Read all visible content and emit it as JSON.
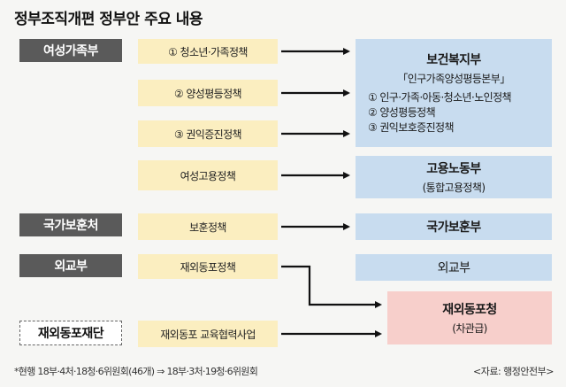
{
  "title": "정부조직개편 정부안 주요 내용",
  "sources": {
    "yeoseong": "여성가족부",
    "bohun": "국가보훈처",
    "oegyo": "외교부",
    "jaeoe_foundation": "재외동포재단"
  },
  "functions": {
    "f1": "① 청소년·가족정책",
    "f2": "② 양성평등정책",
    "f3": "③ 권익증진정책",
    "f4": "여성고용정책",
    "f5": "보훈정책",
    "f6": "재외동포정책",
    "f7": "재외동포 교육협력사업"
  },
  "targets": {
    "bokji": {
      "name": "보건복지부",
      "sub": "「인구가족양성평등본부」",
      "items": [
        "① 인구·가족·아동·청소년·노인정책",
        "② 양성평등정책",
        "③ 권익보호증진정책"
      ]
    },
    "nodong": {
      "name": "고용노동부",
      "sub": "(통합고용정책)"
    },
    "bohunbu": {
      "name": "국가보훈부"
    },
    "oegyobu": {
      "name": "외교부"
    },
    "dongpo": {
      "name": "재외동포청",
      "sub": "(차관급)"
    }
  },
  "footnote": "*현행 18부·4처·18청·6위원회(46개) ⇒ 18부·3처·19청·6위원회",
  "credit": "<자료: 행정안전부>"
}
